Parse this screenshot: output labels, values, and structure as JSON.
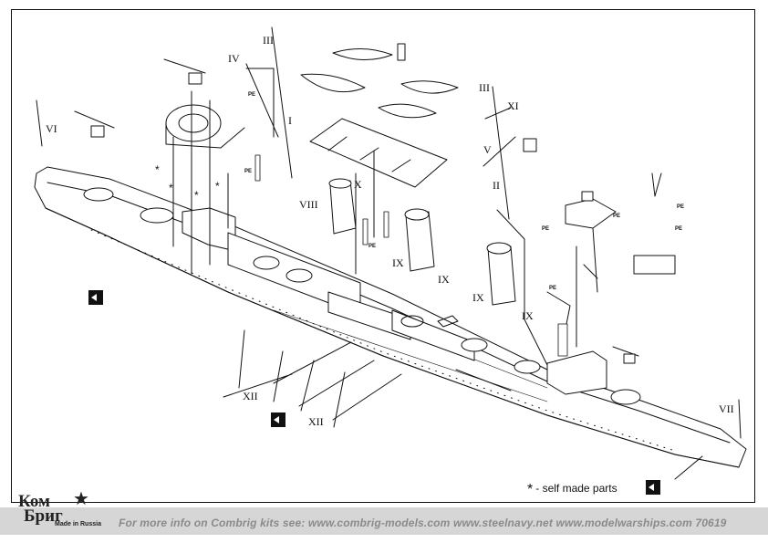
{
  "labels": {
    "roman": [
      "III",
      "IV",
      "I",
      "VI",
      "VIII",
      "X",
      "IX",
      "IX",
      "IX",
      "IX",
      "III",
      "XI",
      "V",
      "II",
      "XII",
      "XII",
      "VII"
    ],
    "pe": [
      "PE",
      "PE",
      "PE",
      "PE",
      "PE",
      "PE",
      "PE",
      "PE"
    ],
    "asterisks": [
      "*",
      "*",
      "*",
      "*"
    ]
  },
  "legend": {
    "star": "*",
    "text": "- self made parts"
  },
  "logo": {
    "line1": "Ком",
    "line2": "Бриг",
    "tagline": "Made in Russia"
  },
  "footer": {
    "text": "For more info on Combrig kits see: www.combrig-models.com www.steelnavy.net  www.modelwarships.com  70619"
  },
  "colors": {
    "line": "#111111",
    "hull_fill": "#ffffff",
    "footer_bg": "#d6d6d6",
    "footer_text": "#8a8a8a"
  }
}
